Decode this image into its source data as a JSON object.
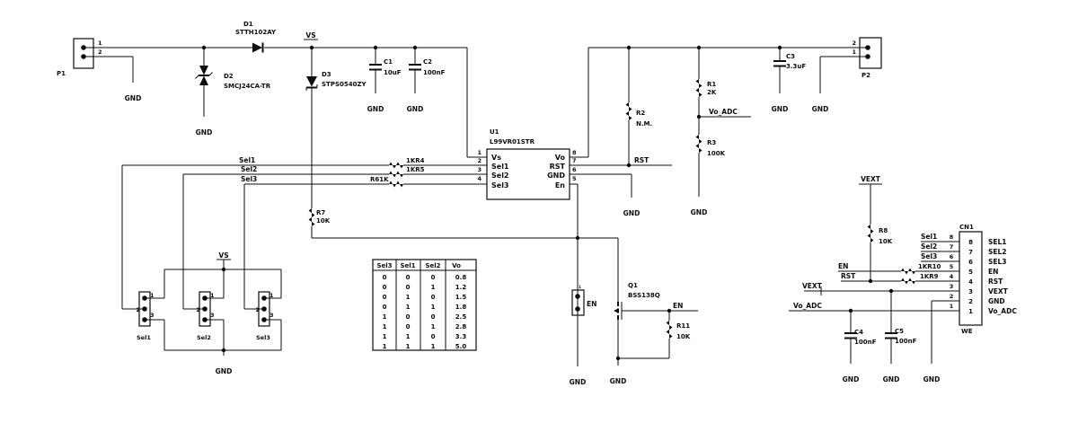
{
  "nets": {
    "vs": "VS",
    "gnd": "GND",
    "rst": "RST",
    "en": "EN",
    "vext": "VEXT",
    "vo_adc": "Vo_ADC",
    "sel1": "Sel1",
    "sel2": "Sel2",
    "sel3": "Sel3"
  },
  "connectors": {
    "p1": {
      "ref": "P1",
      "pin_top": "1",
      "pin_bottom": "2"
    },
    "p2": {
      "ref": "P2",
      "pin_top": "2",
      "pin_bottom": "1"
    },
    "cn1": {
      "ref": "CN1",
      "footprint": "WE",
      "rows": [
        {
          "pin": "8",
          "signal": "SEL1"
        },
        {
          "pin": "7",
          "signal": "SEL2"
        },
        {
          "pin": "6",
          "signal": "SEL3"
        },
        {
          "pin": "5",
          "signal": "EN"
        },
        {
          "pin": "4",
          "signal": "RST"
        },
        {
          "pin": "3",
          "signal": "VEXT"
        },
        {
          "pin": "2",
          "signal": "GND"
        },
        {
          "pin": "1",
          "signal": "Vo_ADC"
        }
      ]
    }
  },
  "ic": {
    "ref": "U1",
    "part": "L99VR01STR",
    "pins_left": [
      {
        "num": "1",
        "name": "Vs"
      },
      {
        "num": "2",
        "name": "Sel1"
      },
      {
        "num": "3",
        "name": "Sel2"
      },
      {
        "num": "4",
        "name": "Sel3"
      }
    ],
    "pins_right": [
      {
        "num": "8",
        "name": "Vo"
      },
      {
        "num": "7",
        "name": "RST"
      },
      {
        "num": "6",
        "name": "GND"
      },
      {
        "num": "5",
        "name": "En"
      }
    ]
  },
  "transistor": {
    "ref": "Q1",
    "part": "BSS138Q"
  },
  "diodes": {
    "d1": {
      "ref": "D1",
      "part": "STTH102AY"
    },
    "d2": {
      "ref": "D2",
      "part": "SMCJ24CA-TR"
    },
    "d3": {
      "ref": "D3",
      "part": "STPS0540ZY"
    }
  },
  "capacitors": {
    "c1": {
      "ref": "C1",
      "value": "10uF"
    },
    "c2": {
      "ref": "C2",
      "value": "100nF"
    },
    "c3": {
      "ref": "C3",
      "value": "3.3uF"
    },
    "c4": {
      "ref": "C4",
      "value": "100nF"
    },
    "c5": {
      "ref": "C5",
      "value": "100nF"
    }
  },
  "resistors": {
    "r1": {
      "ref": "R1",
      "value": "2K"
    },
    "r2": {
      "ref": "R2",
      "value": "N.M."
    },
    "r3": {
      "ref": "R3",
      "value": "100K"
    },
    "r4_label": "1KR4",
    "r5_label": "1KR5",
    "r6_label": "R61K",
    "r7": {
      "ref": "R7",
      "value": "10K"
    },
    "r8": {
      "ref": "R8",
      "value": "10K"
    },
    "r9_label": "1KR9",
    "r10_label": "1KR10",
    "r11": {
      "ref": "R11",
      "value": "10K"
    }
  },
  "jumpers": {
    "sel1": {
      "label": "Sel1",
      "pin1": "1",
      "pin2": "2",
      "pin3": "3"
    },
    "sel2": {
      "label": "Sel2",
      "pin1": "1",
      "pin2": "2",
      "pin3": "3"
    },
    "sel3": {
      "label": "Sel3",
      "pin1": "1",
      "pin2": "2",
      "pin3": "3"
    },
    "en": {
      "label": "EN",
      "pin_mark": "1"
    }
  },
  "truth_table": {
    "headers": [
      "Sel3",
      "Sel1",
      "Sel2",
      "Vo"
    ],
    "rows": [
      [
        "0",
        "0",
        "0",
        "0.8"
      ],
      [
        "0",
        "0",
        "1",
        "1.2"
      ],
      [
        "0",
        "1",
        "0",
        "1.5"
      ],
      [
        "0",
        "1",
        "1",
        "1.8"
      ],
      [
        "1",
        "0",
        "0",
        "2.5"
      ],
      [
        "1",
        "0",
        "1",
        "2.8"
      ],
      [
        "1",
        "1",
        "0",
        "3.3"
      ],
      [
        "1",
        "1",
        "1",
        "5.0"
      ]
    ]
  }
}
